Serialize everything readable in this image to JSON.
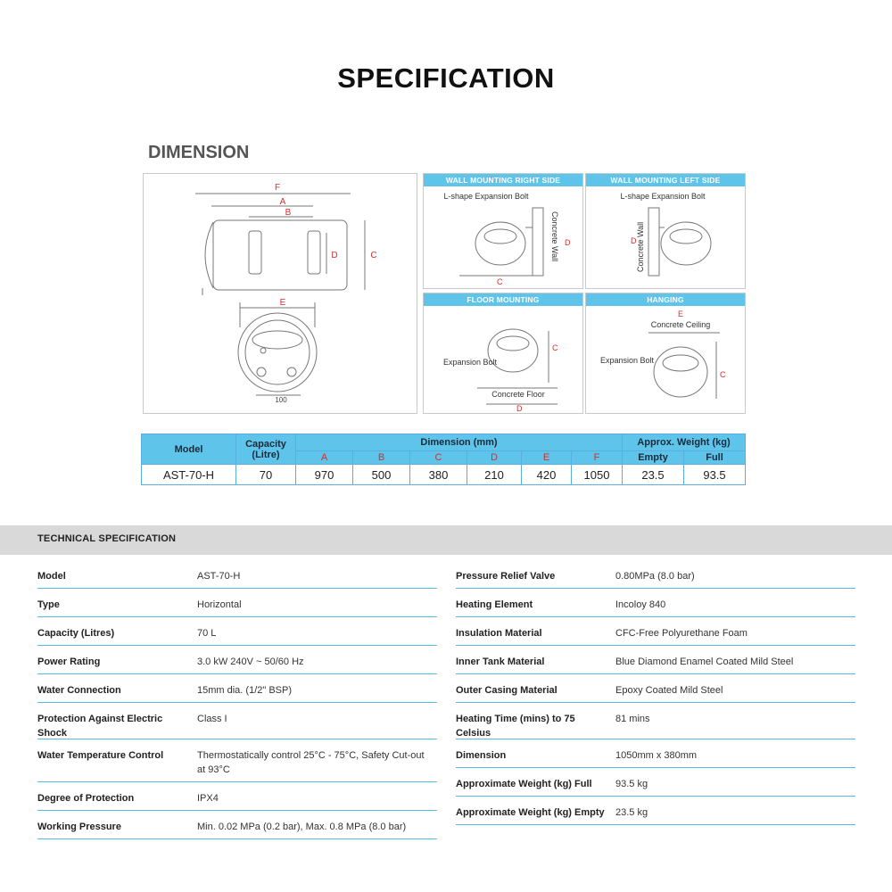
{
  "title": "SPECIFICATION",
  "dimension_title": "DIMENSION",
  "diagram": {
    "main_labels": [
      "F",
      "A",
      "B",
      "D",
      "C",
      "E"
    ],
    "bottom_measure": "100",
    "panels": [
      {
        "header": "WALL MOUNTING RIGHT SIDE",
        "label1": "L-shape Expansion Bolt",
        "label2": "Concrete Wall",
        "letters": [
          "D",
          "C"
        ]
      },
      {
        "header": "WALL MOUNTING LEFT SIDE",
        "label1": "L-shape Expansion Bolt",
        "label2": "Concrete Wall",
        "letters": [
          "D"
        ]
      },
      {
        "header": "FLOOR MOUNTING",
        "label1": "Expansion Bolt",
        "label2": "Concrete Floor",
        "letters": [
          "C",
          "D"
        ]
      },
      {
        "header": "HANGING",
        "label1": "Expansion Bolt",
        "label2": "Concrete Ceiling",
        "letters": [
          "E",
          "C"
        ]
      }
    ]
  },
  "dimension_table": {
    "model_header": "Model",
    "capacity_header": "Capacity (Litre)",
    "dimension_header": "Dimension (mm)",
    "weight_header": "Approx. Weight (kg)",
    "letters": [
      "A",
      "B",
      "C",
      "D",
      "E",
      "F"
    ],
    "weight_sub": [
      "Empty",
      "Full"
    ],
    "row": {
      "model": "AST-70-H",
      "capacity": "70",
      "dims": [
        "970",
        "500",
        "380",
        "210",
        "420",
        "1050"
      ],
      "weights": [
        "23.5",
        "93.5"
      ]
    }
  },
  "tech_title": "TECHNICAL SPECIFICATION",
  "specs_left": [
    {
      "label": "Model",
      "value": "AST-70-H"
    },
    {
      "label": "Type",
      "value": "Horizontal"
    },
    {
      "label": "Capacity (Litres)",
      "value": "70 L"
    },
    {
      "label": "Power Rating",
      "value": "3.0 kW 240V ~ 50/60 Hz"
    },
    {
      "label": "Water Connection",
      "value": "15mm dia. (1/2\" BSP)"
    },
    {
      "label": "Protection Against Electric Shock",
      "value": "Class I"
    },
    {
      "label": "Water Temperature Control",
      "value": "Thermostatically control 25°C - 75°C, Safety Cut-out at 93°C"
    },
    {
      "label": "Degree of Protection",
      "value": "IPX4"
    },
    {
      "label": "Working Pressure",
      "value": "Min. 0.02 MPa (0.2 bar), Max. 0.8 MPa (8.0 bar)"
    }
  ],
  "specs_right": [
    {
      "label": "Pressure Relief Valve",
      "value": "0.80MPa (8.0 bar)"
    },
    {
      "label": "Heating Element",
      "value": "Incoloy 840"
    },
    {
      "label": "Insulation Material",
      "value": "CFC-Free Polyurethane Foam"
    },
    {
      "label": "Inner Tank Material",
      "value": "Blue Diamond Enamel Coated Mild Steel"
    },
    {
      "label": "Outer Casing Material",
      "value": "Epoxy Coated Mild Steel"
    },
    {
      "label": "Heating Time (mins) to 75 Celsius",
      "value": "81 mins"
    },
    {
      "label": "Dimension",
      "value": "1050mm x 380mm"
    },
    {
      "label": "Approximate Weight (kg) Full",
      "value": "93.5 kg"
    },
    {
      "label": "Approximate Weight (kg) Empty",
      "value": "23.5 kg"
    }
  ]
}
